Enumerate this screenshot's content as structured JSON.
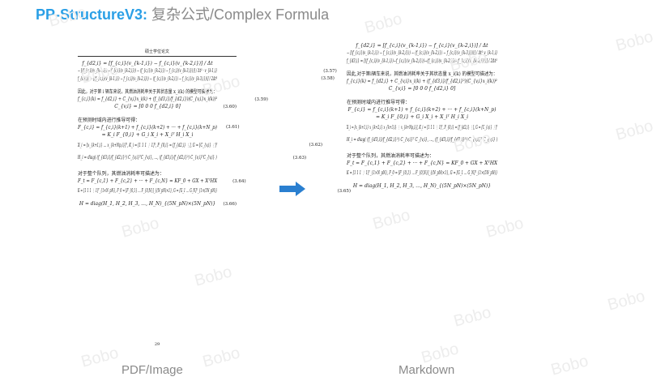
{
  "title": {
    "brand": "PP-StructureV3:",
    "subtitle": " 复杂公式/Complex Formula"
  },
  "colors": {
    "brand": "#2a9fe6",
    "arrow": "#2a7fd0",
    "caption": "#8a8a8a"
  },
  "left_page": {
    "header": "硕士学位论文",
    "lines": [
      {
        "f": "f_{d2,i} = [f_{c,i}(v_{k-1,i}) − f_{c,i}(v_{k-2,i})] / Δt",
        "n": ""
      },
      {
        "f": "− [(f_{c,i}(v_{k-1,i}) − f_{c,i}(v_{k-2,i})) − (f_{c,i}(v_{k-2,i}) − f_{c,i}(v_{k-3,i}))] / Δt² · v_{k-1,i}",
        "n": "(3.57)"
      },
      {
        "f": "f_{d3,i} = [(f_{c,i}(v_{k-1,i}) − f_{c,i}(v_{k-2,i})) − (f_{c,i}(v_{k-2,i}) − f_{c,i}(v_{k-3,i}))] / 2Δt²",
        "n": "(3.58)"
      },
      {
        "f": "因此，对于第 i 辆车来说，其燃油消耗率关于其状态量 x_i(k) 的模型可描述为：",
        "n": "",
        "t": true
      },
      {
        "f": "f_{c,i}(k) = f_{d2,i} + C_{v,i}x_i(k) + (f_{d3,i}/f_{d2,i})(C_{v,i}x_i(k))²",
        "n": "(3.59)"
      },
      {
        "f": "C_{v,i} = [0  0  0  f_{d2,i}  0]",
        "n": "(3.60)"
      },
      {
        "f": "在预测时域内进行推导可得：",
        "n": "",
        "t": true
      },
      {
        "f": "F_{c,i} = f_{c,i}(k+1) + f_{c,i}(k+2) + ··· + f_{c,i}(k+N_p)",
        "n": "(3.61)"
      },
      {
        "f": "= K_i F_{0,i} + G_i X_i + X_iᵀ H_i X_i",
        "n": ""
      },
      {
        "f": "X_i = [x_{k+1,i} … x_{k+Np,i}]ᵀ, K_i = [1 1 1 ⋮ 1]ᵀ, F_{0,i} = [f_{d2,i} ⋮], G = [C_{v,i} ⋮]ᵀ",
        "n": "(3.62)",
        "big": true
      },
      {
        "f": "H_i = diag( (f_{d3,i}/f_{d2,i}²) C_{v,i}ᵀC_{v,i}, …, (f_{d3,i}/f_{d2,i}²) C_{v,i}ᵀC_{v,i} )",
        "n": "(3.63)",
        "big": true
      },
      {
        "f": "对于整个队列，其燃油消耗率可描述为：",
        "n": "",
        "t": true
      },
      {
        "f": "F_t = F_{c,1} + F_{c,2} + ··· + F_{c,N} = KF_0 + GX + XᵀHX",
        "n": "(3.64)"
      },
      {
        "f": "K = [1 1 1 ⋮ 1]ᵀ_{1×N_pN},  F_0 = [F_{0,1} … F_{0,N}]_{(N_pN)×1},  G = [G_1 … G_N]ᵀ_{1×(5N_pN)}",
        "n": "(3.65)",
        "big": true
      },
      {
        "f": "H = diag(H_1, H_2, H_3, …, H_N)_{(5N_pN)×(5N_pN)}",
        "n": "(3.66)",
        "big": true
      }
    ],
    "page_number": "29"
  },
  "right_page": {
    "lines": [
      {
        "f": "f_{d2,i} = [f_{c,i}(v_{k-1,i}) − f_{c,i}(v_{k-2,i})] / Δt"
      },
      {
        "f": "− [(f_{c,i}(v_{k-1,i}) − f_{c,i}(v_{k-2,i})) − (f_{c,i}(v_{k-2,i}) − f_{c,i}(v_{k-3,i}))] / Δt² v_{k-1,i}"
      },
      {
        "f": "f_{d3,i} = [(f_{c,i}(v_{k-1,i})−f_{c,i}(v_{k-2,i}))−(f_{c,i}(v_{k-2,i})−f_{c,i}(v_{k-3,i}))] / 2Δt²"
      },
      {
        "f": "因此,对于第i辆车来说，其燃油消耗率关于其状态量 x_i(k) 的模型可描述为：",
        "t": true
      },
      {
        "f": "f_{c,i}(k) = f_{d2,i} + C_{v,i}x_i(k) + (f_{d3,i}/f_{d2,i}²)(C_{v,i}x_i(k))²"
      },
      {
        "f": "C_{v,i} = [0  0  0  f_{d2,i}  0]"
      },
      {
        "f": "在预测时域内进行推导可得：",
        "t": true
      },
      {
        "f": "F_{c,i} = f_{c,i}(k+1) + f_{c,i}(k+2) + ··· + f_{c,i}(k+N_p)"
      },
      {
        "f": "= K_i F_{0,i} + G_i X_i + X_iᵀ H_i X_i"
      },
      {
        "f": "X_i = [x_{k+1,i} x_{k+2,i} x_{k+3,i} ⋮ x_{k+Np,i}], K_i = [1 1 1 ⋮ 1]ᵀ, F_{0,i} = [f_{d2,i} ⋮], G = [C_{v,i} ⋮]ᵀ",
        "big": true
      },
      {
        "f": "H_i = diag( (f_{d3,i}/f_{d2,i}²) C_{v,i}ᵀ C_{v,i}, …, (f_{d3,i}/f_{d2,i}²) C_{v,i}ᵀ C_{v,i} )",
        "big": true
      },
      {
        "f": "对于整个队列，其燃油消耗率可描述为：",
        "t": true
      },
      {
        "f": "F_t = F_{c,1} + F_{c,2} + ··· + F_{c,N} = KF_0 + GX + XᵀHX"
      },
      {
        "f": "K = [1 1 1 ⋮ 1]ᵀ_{1×N_pN}, F_0 = [F_{0,1} … F_{0,N}]_{(N_pN)×1}, G = [G_1 … G_N]ᵀ_{1×(5N_pN)}",
        "big": true
      },
      {
        "f": "H = diag(H_1, H_2, H_3, …, H_N)_{(5N_pN)×(5N_pN)}",
        "big": true
      }
    ]
  },
  "captions": {
    "left": "PDF/Image",
    "right": "Markdown"
  },
  "watermark": "Bobo"
}
